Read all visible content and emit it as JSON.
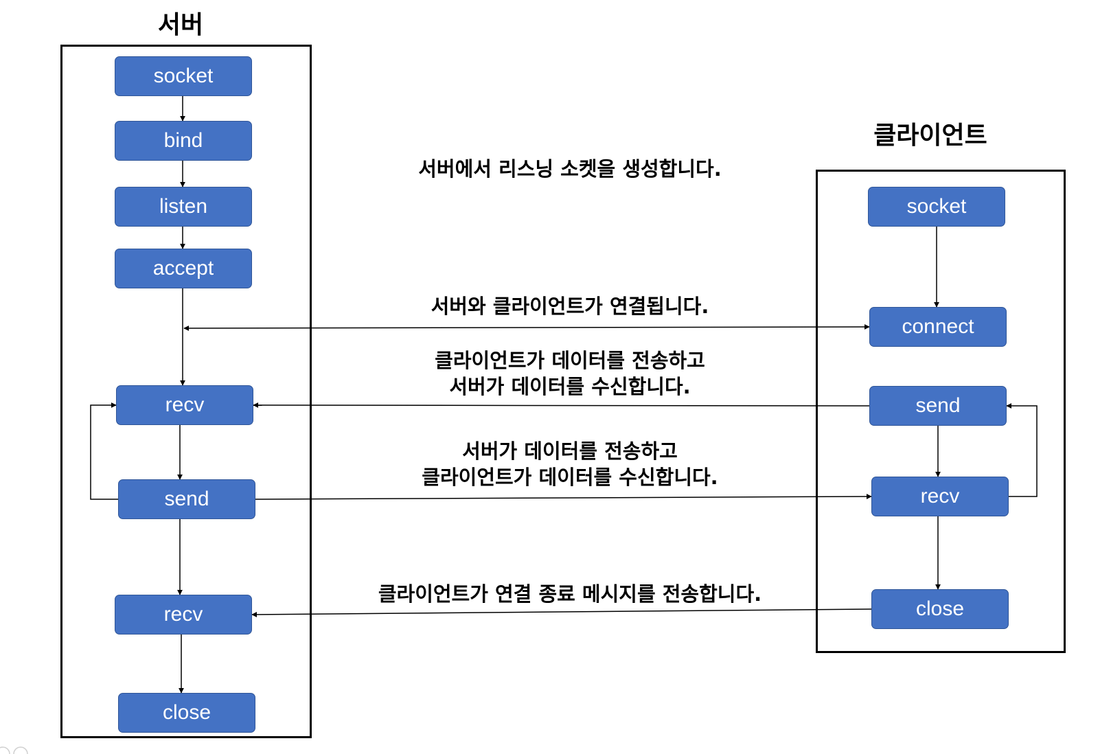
{
  "colors": {
    "node_fill": "#4472c4",
    "node_border": "#2f5597",
    "node_text": "#ffffff",
    "frame": "#000000",
    "wire": "#000000",
    "text": "#000000"
  },
  "server": {
    "title": "서버",
    "nodes": {
      "socket": "socket",
      "bind": "bind",
      "listen": "listen",
      "accept": "accept",
      "recv": "recv",
      "send": "send",
      "recv_final": "recv",
      "close": "close"
    }
  },
  "client": {
    "title": "클라이언트",
    "nodes": {
      "socket": "socket",
      "connect": "connect",
      "send": "send",
      "recv": "recv",
      "close": "close"
    }
  },
  "captions": {
    "listen_socket": "서버에서 리스닝 소켓을 생성합니다.",
    "connected": "서버와 클라이언트가 연결됩니다.",
    "client_send": [
      "클라이언트가 데이터를 전송하고",
      "서버가 데이터를 수신합니다."
    ],
    "server_send": [
      "서버가 데이터를 전송하고",
      "클라이언트가 데이터를 수신합니다."
    ],
    "terminate": "클라이언트가 연결 종료 메시지를 전송합니다."
  }
}
